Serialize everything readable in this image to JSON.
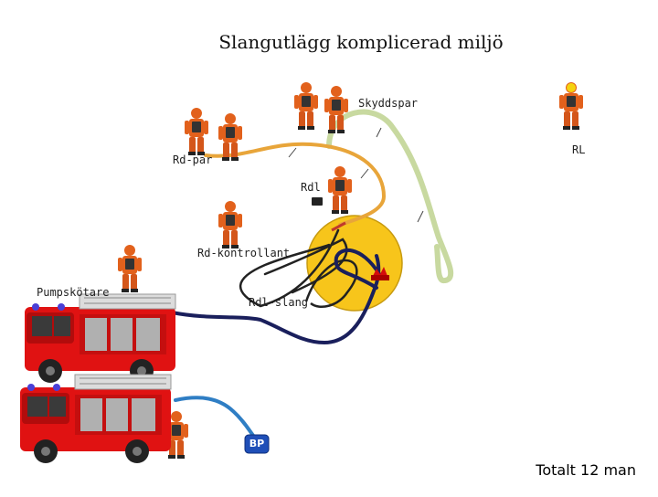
{
  "title": "Slangutlägg komplicerad miljö",
  "labels": {
    "skyddspar": "Skyddspar",
    "rl": "RL",
    "rd_par": "Rd-par",
    "rdl": "Rdl",
    "rd_kontrollant": "Rd-kontrollant",
    "pumpskotare": "Pumpskötare",
    "rdl_slang": "Rdl-slang",
    "bp": "BP"
  },
  "total": "Totalt 12 man",
  "colors": {
    "hose_orange": "#e8a53a",
    "hose_green": "#c8d9a0",
    "hose_navy": "#1a1f5c",
    "hose_blue": "#2f7ec4",
    "smoke_zone": "#f7c51b",
    "firefighter": "#e2611c",
    "truck_red": "#e01212",
    "bp_box": "#1f4fb8"
  },
  "icons": [
    "firefighter-icon",
    "fire-truck-icon",
    "nozzle-icon",
    "fire-icon",
    "branch-pipe-icon"
  ]
}
